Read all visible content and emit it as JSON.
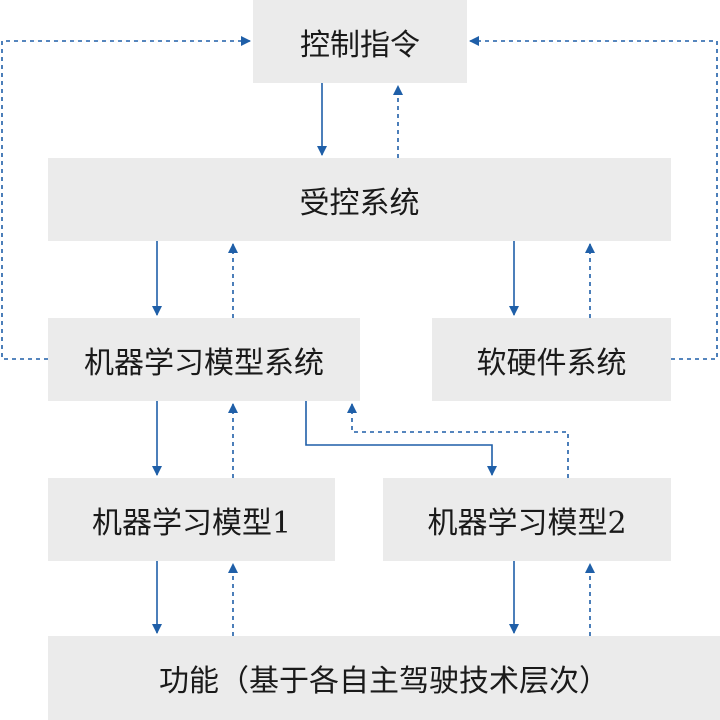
{
  "nodes": {
    "command": "控制指令",
    "controlled_system": "受控系统",
    "ml_model_system": "机器学习模型系统",
    "hw_sw_system": "软硬件系统",
    "ml_model_1": "机器学习模型1",
    "ml_model_2": "机器学习模型2",
    "function": "功能（基于各自主驾驶技术层次）"
  },
  "colors": {
    "arrow": "#1f5fa8",
    "box_fill": "#ebebeb",
    "text": "#1a1a1a"
  }
}
